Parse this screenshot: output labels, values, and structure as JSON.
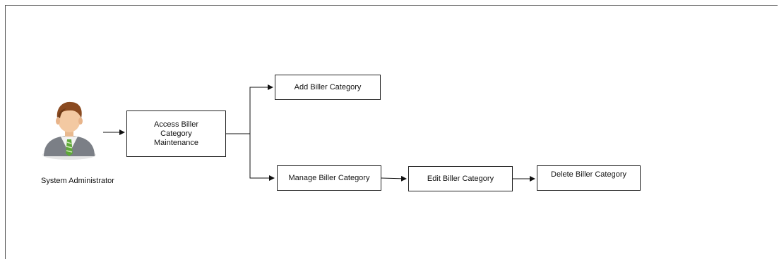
{
  "actor": {
    "label": "System Administrator",
    "icon": "administrator-user-icon"
  },
  "boxes": {
    "access": "Access Biller Category Maintenance",
    "add": "Add Biller Category",
    "manage": "Manage Biller Category",
    "edit": "Edit Biller Category",
    "delete": "Delete Biller Category"
  },
  "colors": {
    "line": "#111111",
    "border": "#222222"
  }
}
